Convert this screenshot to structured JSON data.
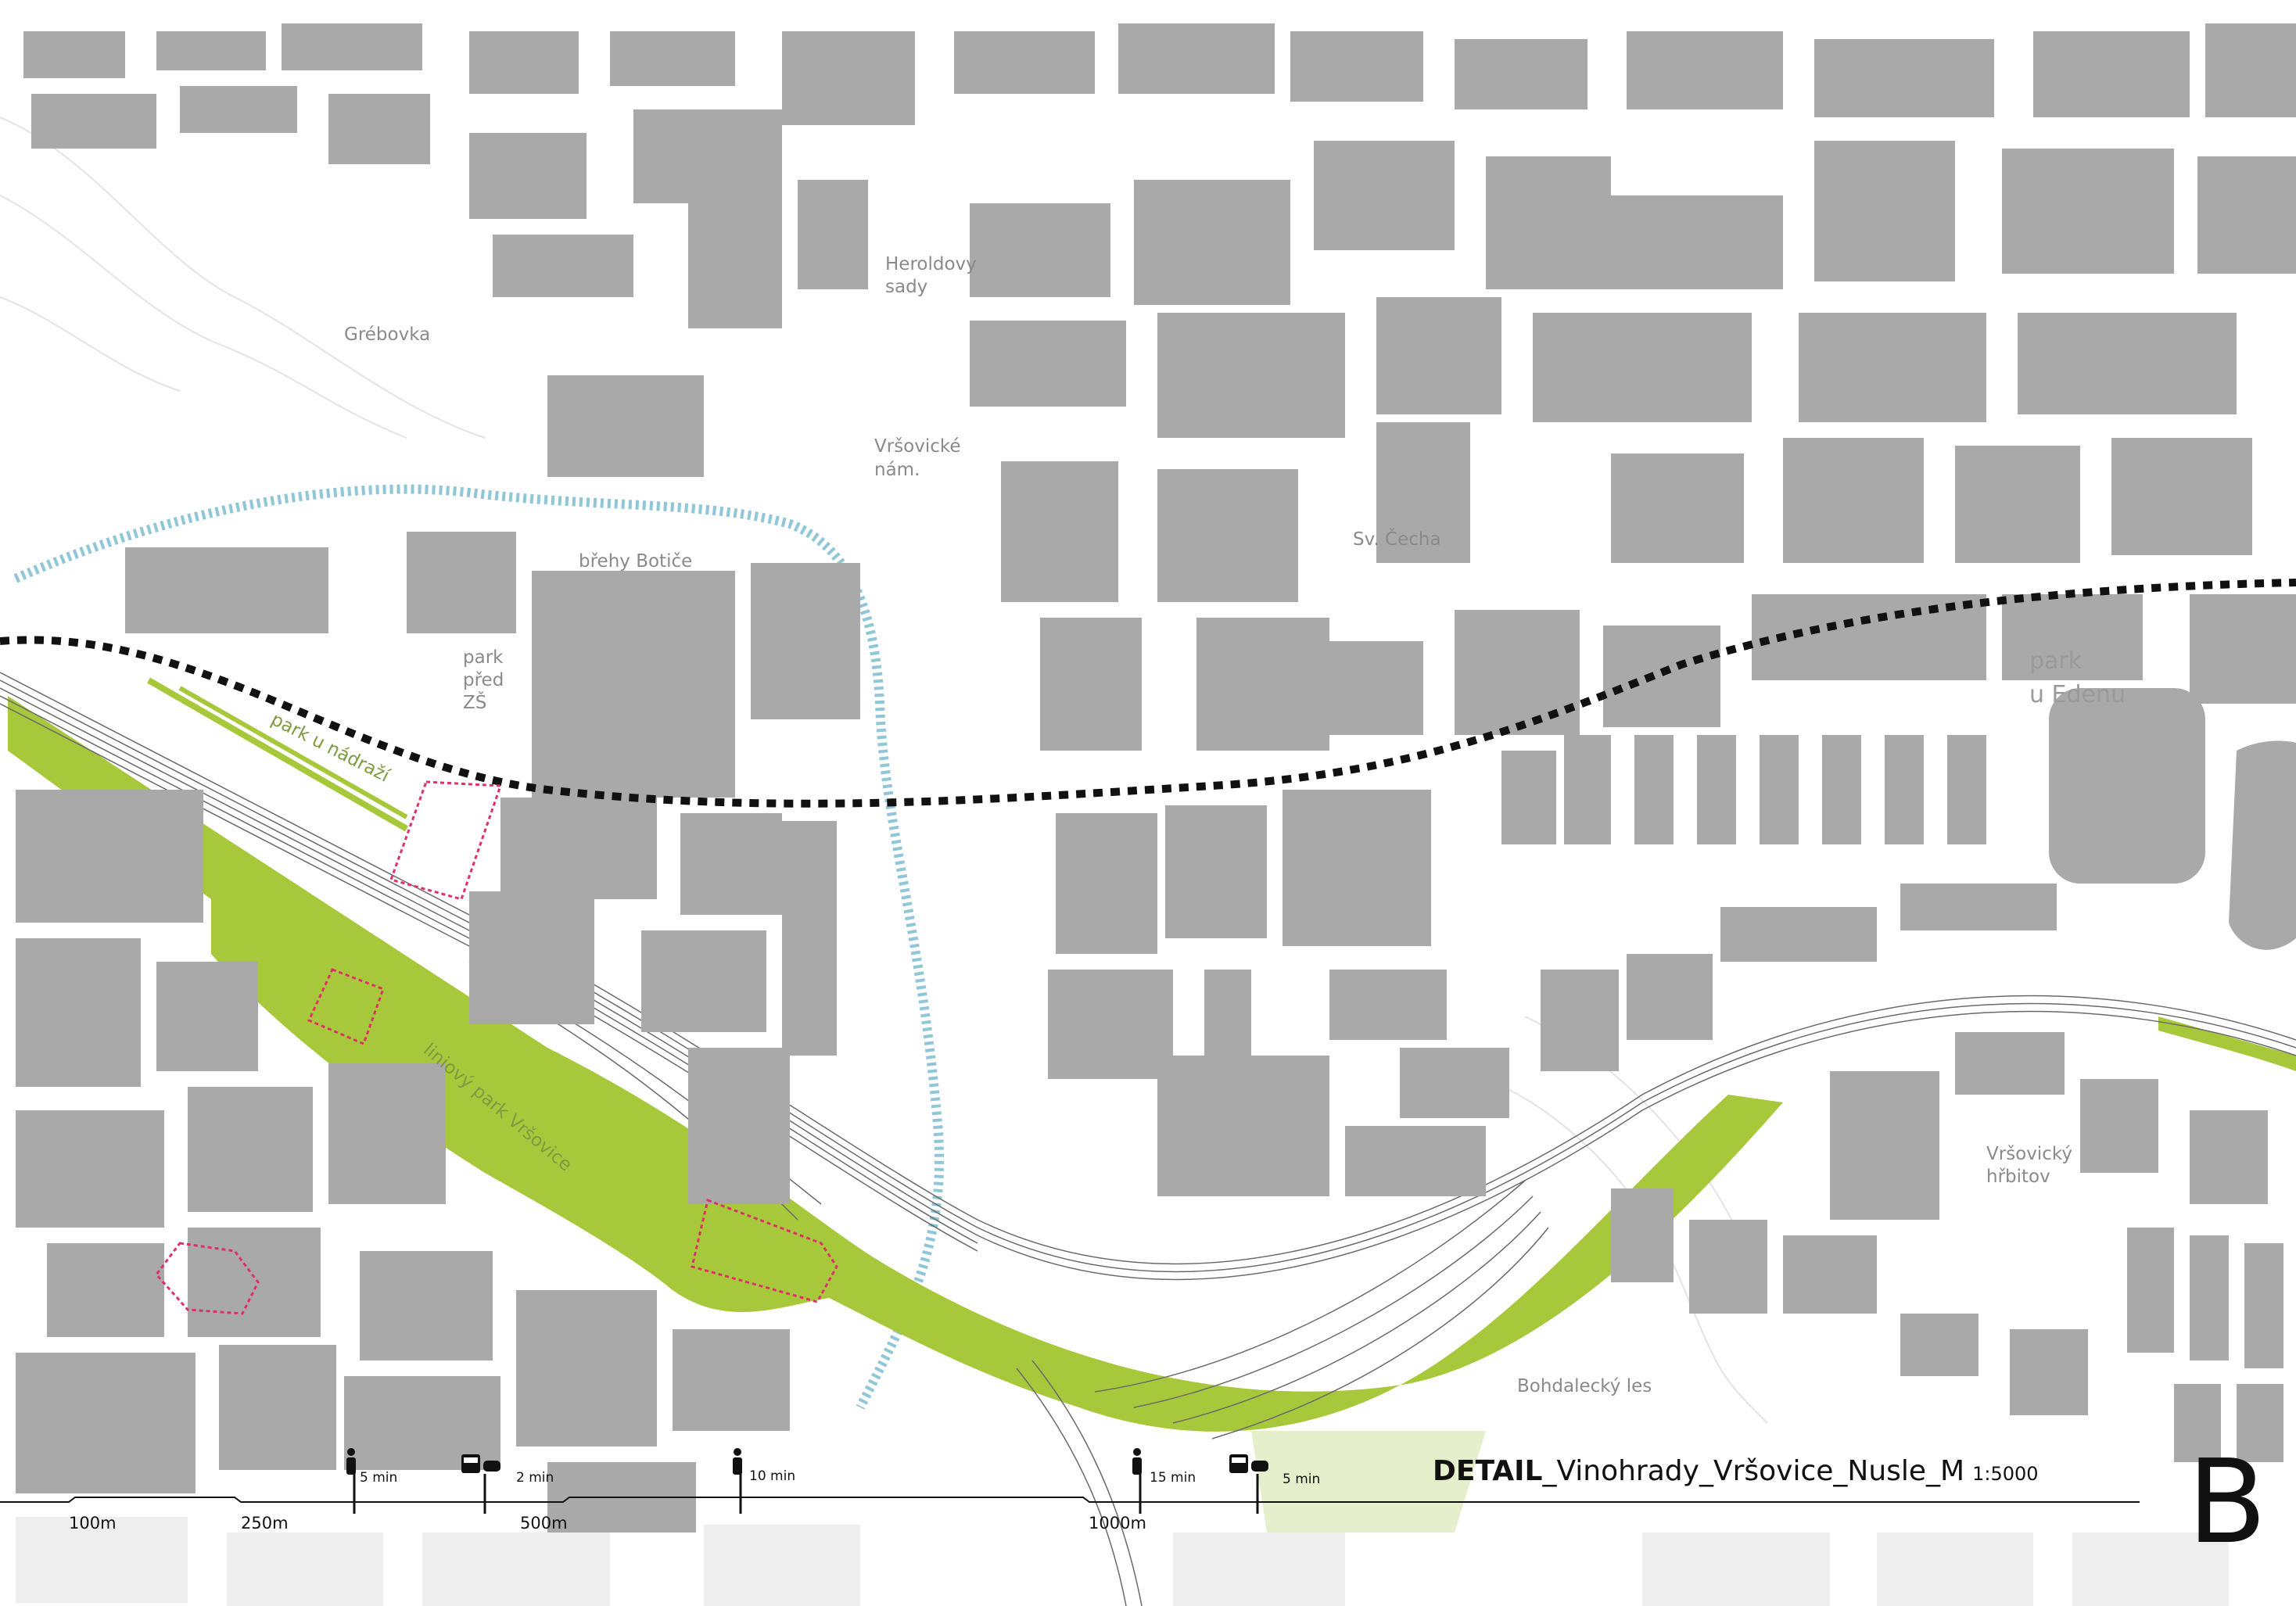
{
  "labels": {
    "grebovka": "Grébovka",
    "heroldovy_1": "Heroldovy",
    "heroldovy_2": "sady",
    "vrsovicke_1": "Vršovické",
    "vrsovicke_2": "nám.",
    "brehy": "břehy Botiče",
    "sv_cecha": "Sv. Čecha",
    "park_zs_1": "park",
    "park_zs_2": "před",
    "park_zs_3": "ZŠ",
    "park_nadrazi": "park u nádraží",
    "park_edenu_1": "park",
    "park_edenu_2": "u Edenu",
    "linear_park": "liniový park Vršovice",
    "hrbitov_1": "Vršovický",
    "hrbitov_2": "hřbitov",
    "bohdalecky": "Bohdalecký les"
  },
  "scale": {
    "d100": "100m",
    "d250": "250m",
    "d500": "500m",
    "d1000": "1000m",
    "walk5": "5 min",
    "bus2": "2 min",
    "walk10": "10 min",
    "walk15": "15 min",
    "bus5": "5 min"
  },
  "title": {
    "bold": "DETAIL",
    "rest": "_Vinohrady_Vršovice_Nusle_M",
    "scale": "1:5000",
    "sheet": "B"
  },
  "colors": {
    "building": "#a9a9a9",
    "park_green": "#a8c83c",
    "stream": "#8fc6d8",
    "boundary": "#111111",
    "site_outline": "#e0306a"
  }
}
